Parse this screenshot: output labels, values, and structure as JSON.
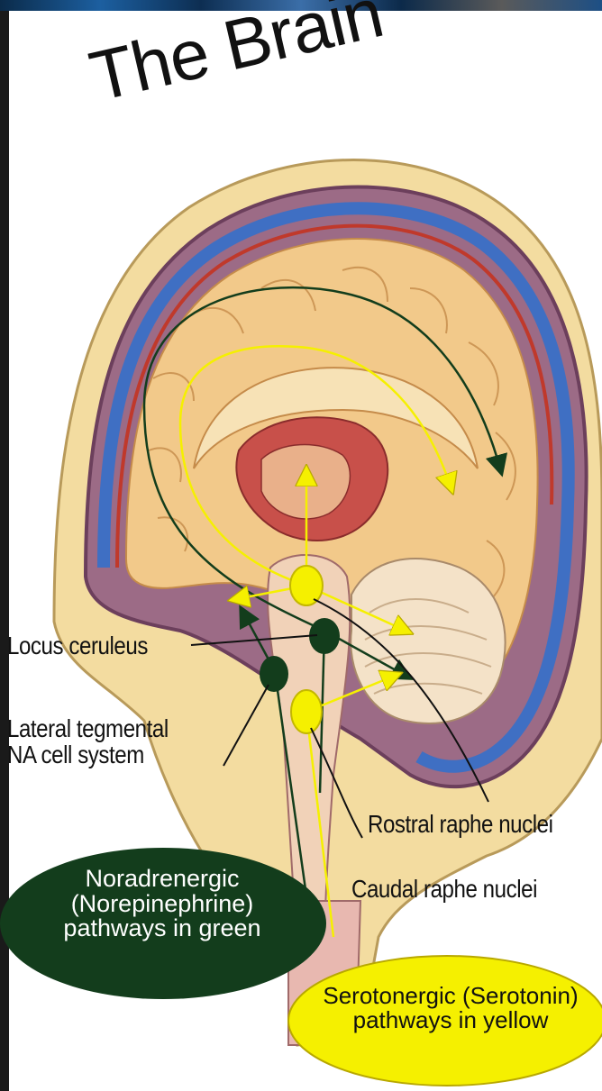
{
  "title": "The Brain",
  "labels": {
    "locus_ceruleus": "Locus ceruleus",
    "lateral_tegmental": "Lateral tegmental\nNA cell system",
    "rostral_raphe": "Rostral raphe nuclei",
    "caudal_raphe": "Caudal raphe nuclei"
  },
  "legend": {
    "noradrenergic": "Noradrenergic\n(Norepinephrine)\npathways in green",
    "serotonergic": "Serotonergic (Serotonin)\npathways in yellow"
  },
  "colors": {
    "noradrenergic": "#133d1c",
    "serotonergic": "#f5f000",
    "skin": "#f3dca0",
    "brain": "#f2c98a",
    "vessel_blue": "#3f6fc3",
    "vessel_red": "#c0392b",
    "membrane": "#8a5a7a"
  }
}
